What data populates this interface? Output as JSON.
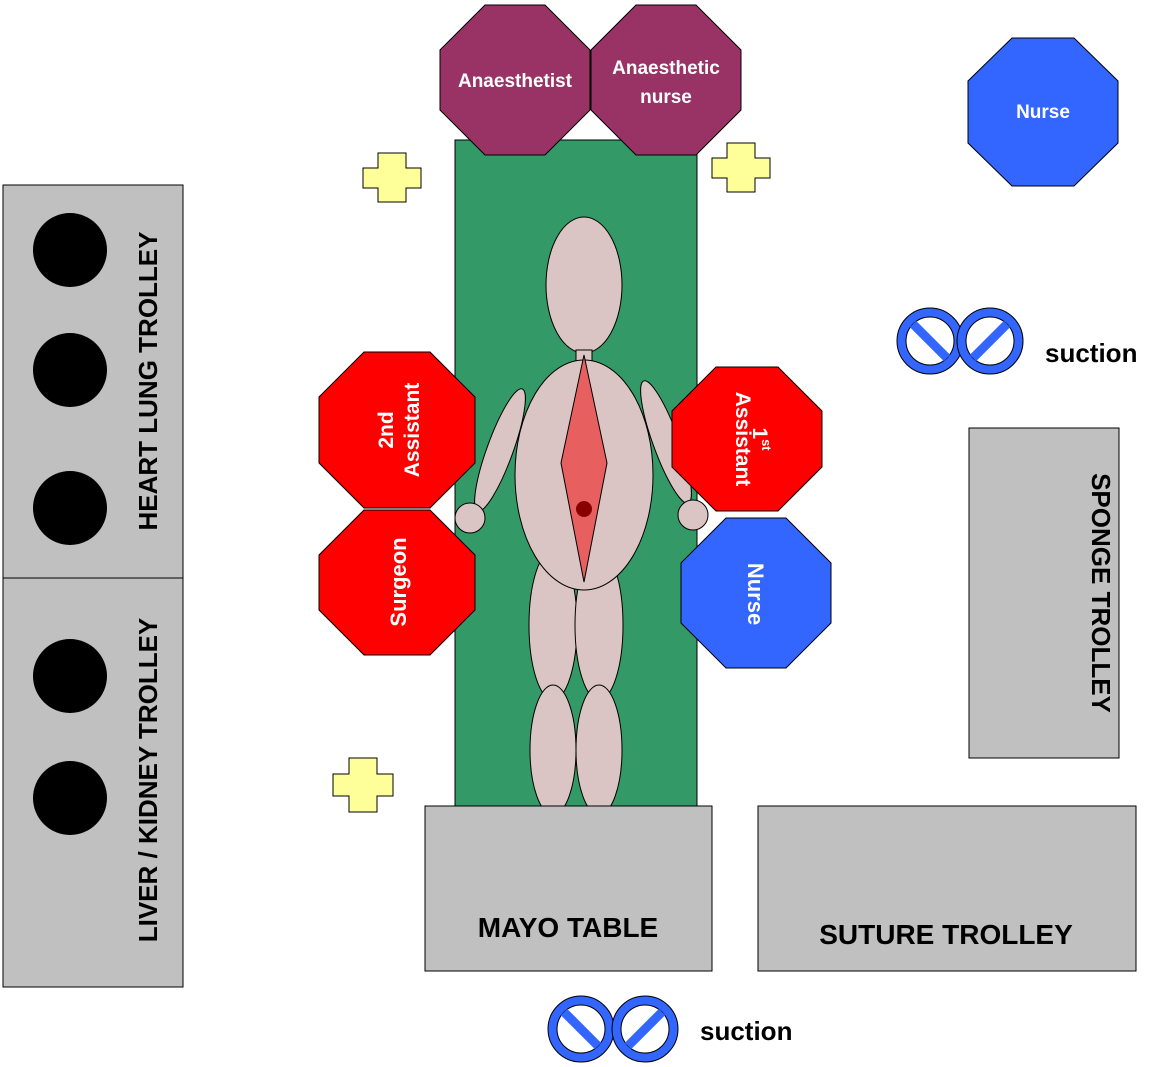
{
  "staff": {
    "anaesthetist": "Anaesthetist",
    "anaesthetic_nurse_1": "Anaesthetic",
    "anaesthetic_nurse_2": "nurse",
    "nurse_top": "Nurse",
    "second_assistant_1": "2nd",
    "second_assistant_2": "Assistant",
    "first_assistant_num": "1",
    "first_assistant_sup": "st",
    "first_assistant_2": "Assistant",
    "surgeon": "Surgeon",
    "nurse_side": "Nurse"
  },
  "equipment": {
    "heart_lung_trolley": "HEART LUNG TROLLEY",
    "liver_kidney_trolley": "LIVER / KIDNEY TROLLEY",
    "sponge_trolley": "SPONGE TROLLEY",
    "mayo_table": "MAYO TABLE",
    "suture_trolley": "SUTURE TROLLEY",
    "suction_right": "suction",
    "suction_bottom": "suction"
  },
  "colors": {
    "surgical_team": "#ff0000",
    "anaesthesia_team": "#993366",
    "nursing": "#3366ff",
    "table": "#339966",
    "trolley": "#c0c0c0",
    "patient": "#dbc4c4",
    "incision": "#e85f5f",
    "light": "#ffff99"
  }
}
